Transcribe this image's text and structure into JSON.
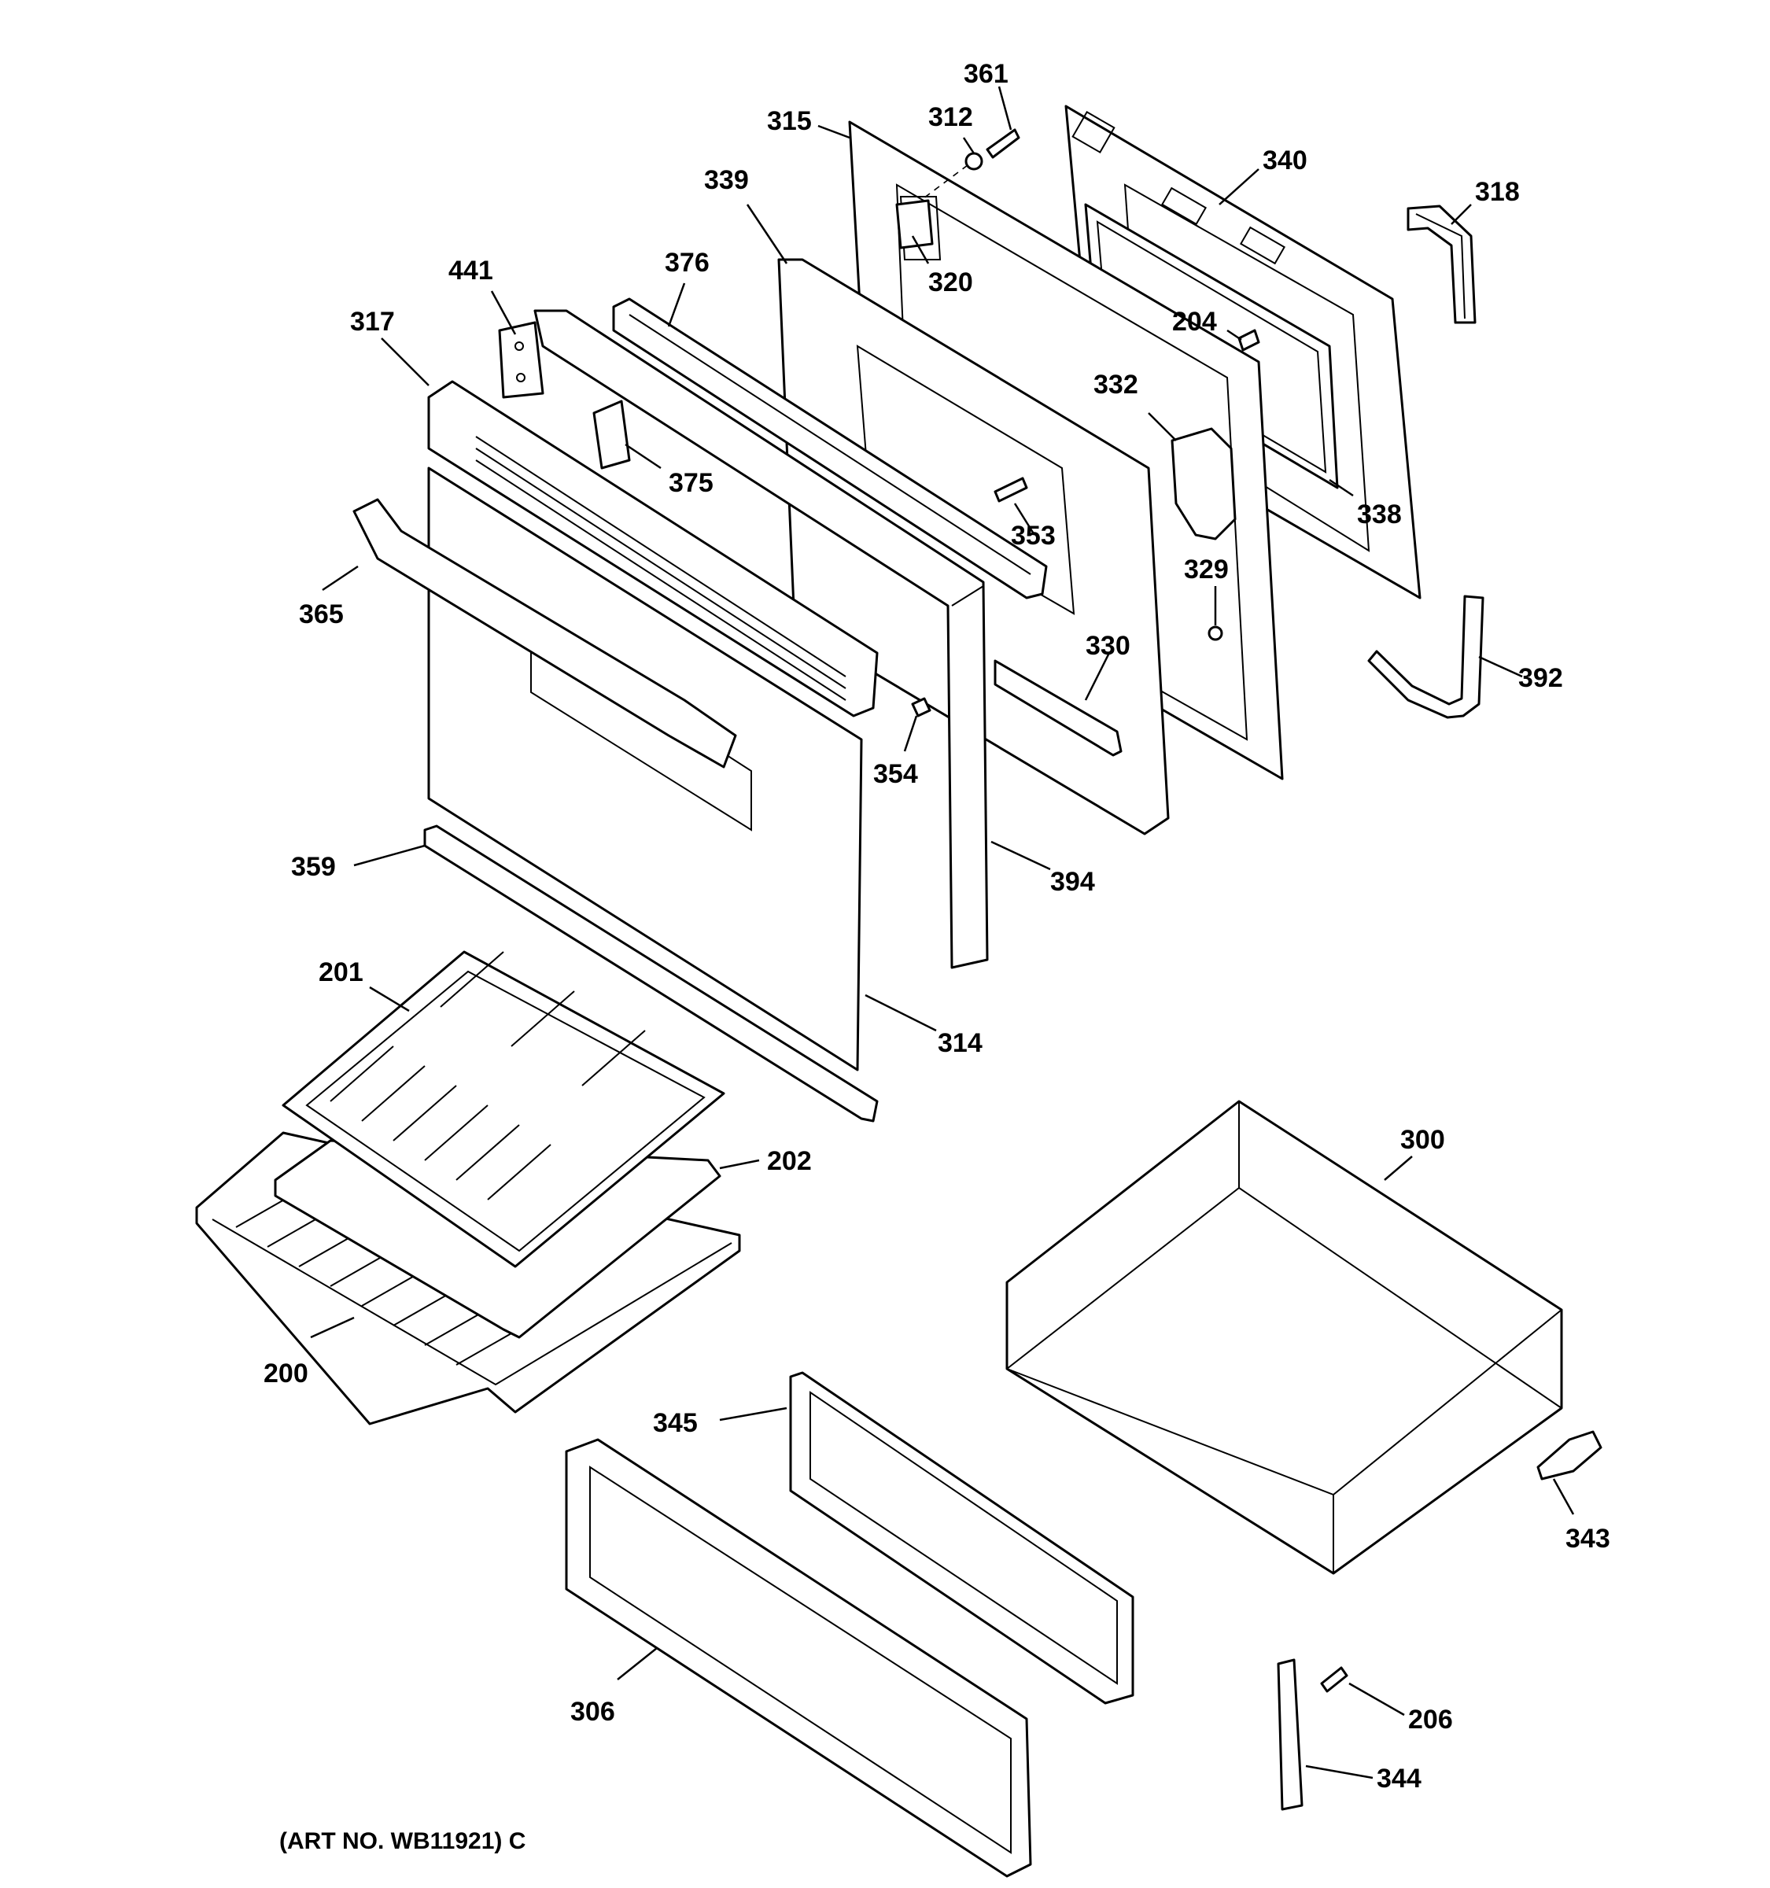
{
  "diagram": {
    "callouts": {
      "c361": "361",
      "c312": "312",
      "c315": "315",
      "c339": "339",
      "c340": "340",
      "c318": "318",
      "c320": "320",
      "c376": "376",
      "c441": "441",
      "c317": "317",
      "c204": "204",
      "c332": "332",
      "c375": "375",
      "c338": "338",
      "c353": "353",
      "c365": "365",
      "c329": "329",
      "c330": "330",
      "c392": "392",
      "c354": "354",
      "c359": "359",
      "c394": "394",
      "c201": "201",
      "c314": "314",
      "c202": "202",
      "c300": "300",
      "c200": "200",
      "c345": "345",
      "c343": "343",
      "c306": "306",
      "c206": "206",
      "c344": "344"
    },
    "art_number": "(ART NO. WB11921) C"
  }
}
